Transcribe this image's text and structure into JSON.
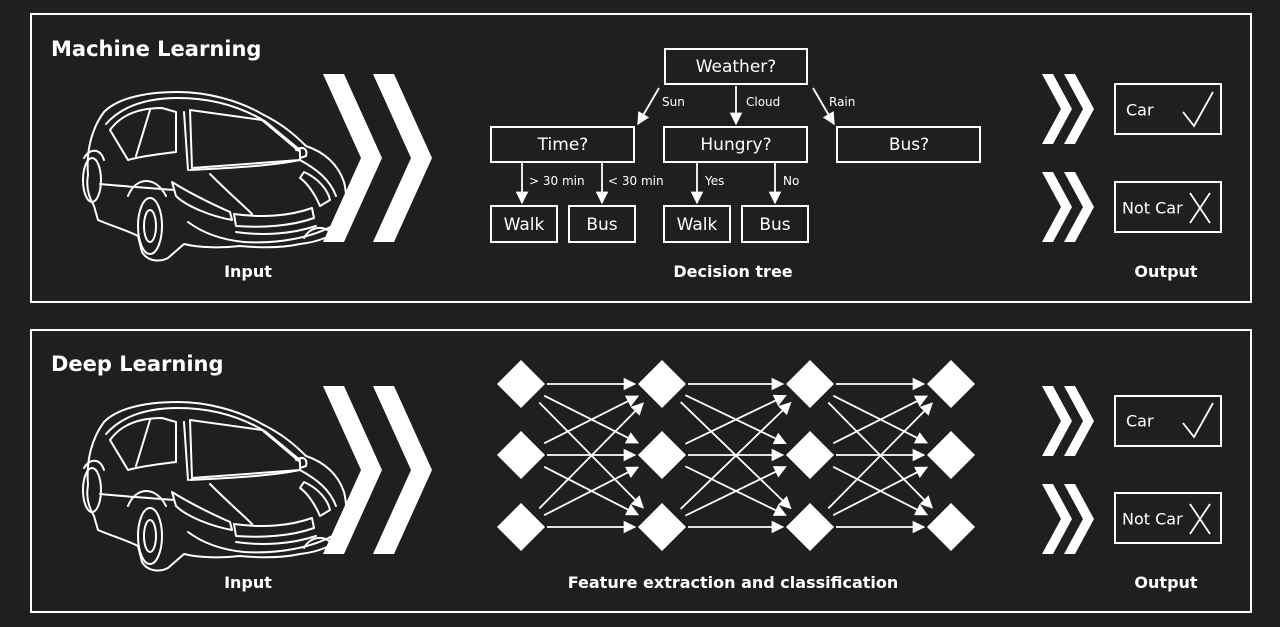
{
  "ml": {
    "title": "Machine Learning",
    "input_label": "Input",
    "process_label": "Decision tree",
    "output_label": "Output",
    "tree": {
      "root": "Weather?",
      "edge_sun": "Sun",
      "edge_cloud": "Cloud",
      "edge_rain": "Rain",
      "time": "Time?",
      "hungry": "Hungry?",
      "bus_q": "Bus?",
      "edge_gt30": "> 30 min",
      "edge_lt30": "< 30 min",
      "edge_yes": "Yes",
      "edge_no": "No",
      "leaf_walk_1": "Walk",
      "leaf_bus_1": "Bus",
      "leaf_walk_2": "Walk",
      "leaf_bus_2": "Bus"
    },
    "outputs": [
      {
        "label": "Car",
        "mark": "✓"
      },
      {
        "label": "Not Car",
        "mark": "X"
      }
    ]
  },
  "dl": {
    "title": "Deep Learning",
    "input_label": "Input",
    "process_label": "Feature extraction and classification",
    "output_label": "Output",
    "network": {
      "layers": 4,
      "nodes_per_layer": 3
    },
    "outputs": [
      {
        "label": "Car",
        "mark": "✓"
      },
      {
        "label": "Not Car",
        "mark": "X"
      }
    ]
  },
  "colors": {
    "background": "#1f1f1f",
    "foreground": "#ffffff"
  },
  "icons": [
    "car-outline-icon",
    "chevron-arrow-icon",
    "check-mark-icon",
    "x-mark-icon"
  ]
}
